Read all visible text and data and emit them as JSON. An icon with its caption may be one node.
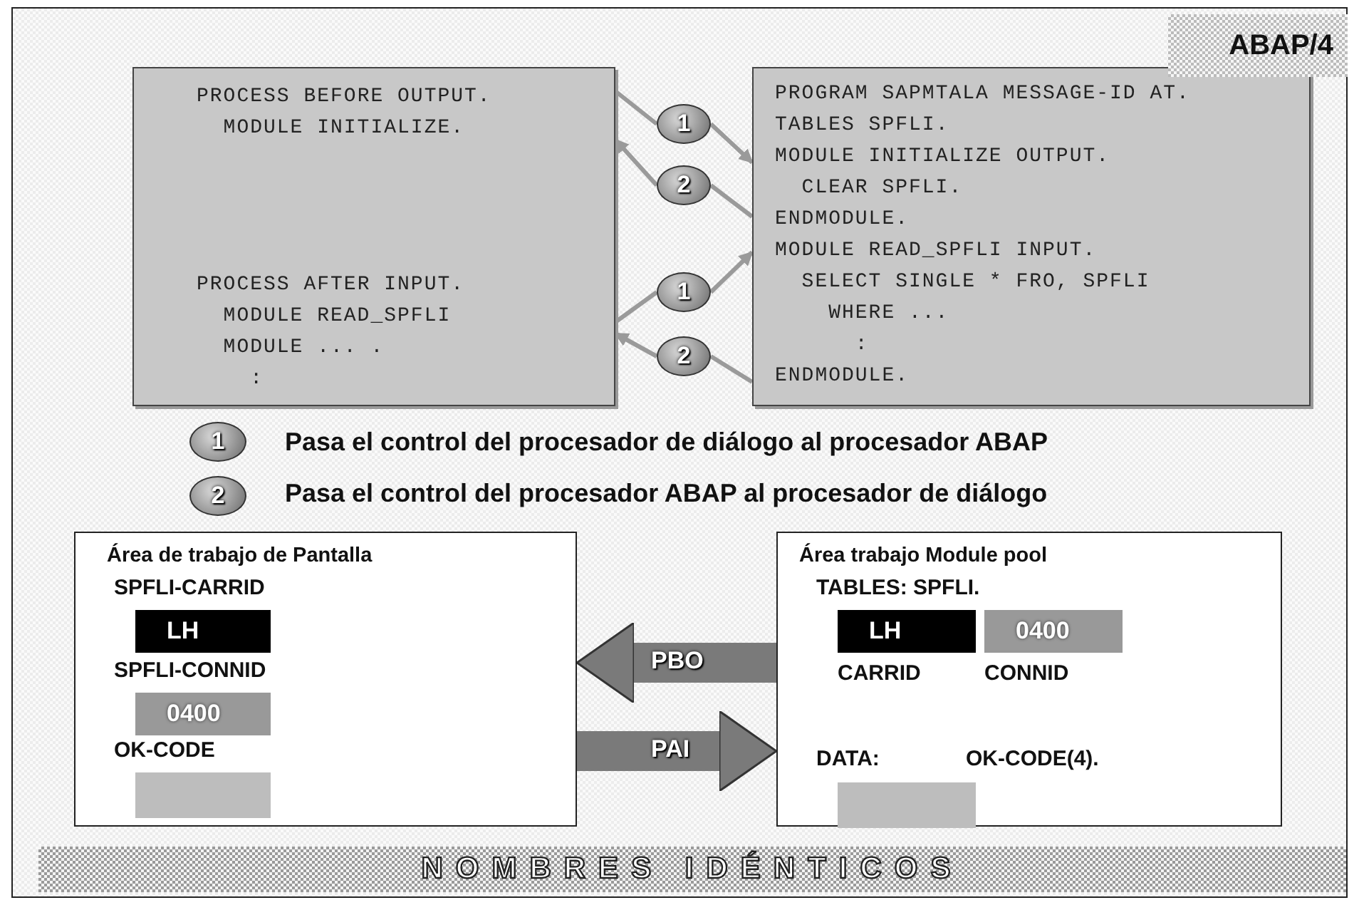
{
  "diagram": {
    "nodes": [
      {
        "text": [
          "PROCESS BEFORE OUTPUT.",
          "MODULE INITIALIZE.",
          "PROCESS AFTER INPUT.",
          "MODULE READ_SPFLI",
          "MODULE ... .",
          ":"
        ]
      },
      {
        "text": [
          "PROGRAM SAPMTALA MESSAGE-ID AT.",
          "TABLES SPFLI.",
          "MODULE INITIALIZE OUTPUT.",
          "CLEAR SPFLI.",
          "ENDMODULE.",
          "MODULE READ_SPFLI INPUT.",
          "SELECT SINGLE * FRO, SPFLI",
          "WHERE ...",
          ":",
          "ENDMODULE."
        ]
      },
      {
        "text": [
          "1"
        ]
      },
      {
        "text": [
          "2"
        ]
      },
      {
        "text": [
          "1"
        ]
      },
      {
        "text": [
          "2"
        ]
      },
      {
        "text": [
          "1"
        ],
        "beside": [
          "Pasa el control del procesador de diálogo al procesador ABAP"
        ]
      },
      {
        "text": [
          "2"
        ],
        "beside": [
          "Pasa el control del procesador ABAP al procesador de diálogo"
        ]
      },
      {
        "text": [
          "Área de trabajo de Pantalla",
          "SPFLI-CARRID",
          "SPFLI-CONNID",
          "OK-CODE"
        ]
      },
      {
        "text": [
          "LH"
        ],
        "in": 8
      },
      {
        "text": [
          "0400"
        ],
        "in": 8
      },
      {
        "text": [],
        "shape": "box",
        "in": 8
      },
      {
        "text": [
          "Área trabajo Module pool",
          "TABLES:  SPFLI.",
          "CARRID",
          "CONNID",
          "DATA:",
          "OK-CODE(4)."
        ]
      },
      {
        "text": [
          "LH"
        ],
        "in": 12
      },
      {
        "text": [
          "0400"
        ],
        "in": 12
      },
      {
        "text": [],
        "shape": "box",
        "in": 12
      },
      {
        "text": [
          "NOMBRES IDÉNTICOS"
        ]
      }
    ],
    "edges": [
      {
        "from": 0,
        "to": 2,
        "arrow": "none"
      },
      {
        "from": 2,
        "to": 1,
        "arrow": "to"
      },
      {
        "from": 1,
        "to": 3,
        "arrow": "none"
      },
      {
        "from": 3,
        "to": 0,
        "arrow": "to"
      },
      {
        "from": 0,
        "to": 4,
        "arrow": "none"
      },
      {
        "from": 4,
        "to": 1,
        "arrow": "to"
      },
      {
        "from": 1,
        "to": 5,
        "arrow": "none"
      },
      {
        "from": 5,
        "to": 0,
        "arrow": "to"
      },
      {
        "from": 12,
        "to": 8,
        "arrow": "to",
        "label": "PBO",
        "style": "thick"
      },
      {
        "from": 8,
        "to": 12,
        "arrow": "to",
        "label": "PAI",
        "style": "thick"
      }
    ],
    "labels": [
      "ABAP/4"
    ]
  }
}
